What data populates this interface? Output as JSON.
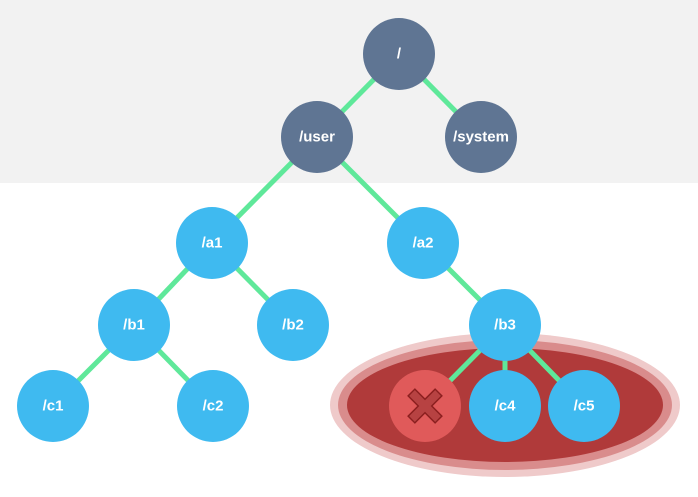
{
  "colors": {
    "top_band": "#f2f2f2",
    "system_node": "#5f7593",
    "user_node": "#3fbaf0",
    "edge": "#5fe89a",
    "highlight_fill": "#b03a3a",
    "highlight_halo": "#e3a7a7",
    "deleted_node": "#e05a5a"
  },
  "tree": {
    "root": "/",
    "user": "/user",
    "system": "/system",
    "a1": "/a1",
    "a2": "/a2",
    "b1": "/b1",
    "b2": "/b2",
    "b3": "/b3",
    "c1": "/c1",
    "c2": "/c2",
    "c4": "/c4",
    "c5": "/c5"
  },
  "deleted_marker": "close-icon",
  "edges": [
    [
      "root",
      "user"
    ],
    [
      "root",
      "system"
    ],
    [
      "user",
      "a1"
    ],
    [
      "user",
      "a2"
    ],
    [
      "a1",
      "b1"
    ],
    [
      "a1",
      "b2"
    ],
    [
      "a2",
      "b3"
    ],
    [
      "b1",
      "c1"
    ],
    [
      "b1",
      "c2"
    ],
    [
      "b3",
      "deleted"
    ],
    [
      "b3",
      "c4"
    ],
    [
      "b3",
      "c5"
    ]
  ]
}
